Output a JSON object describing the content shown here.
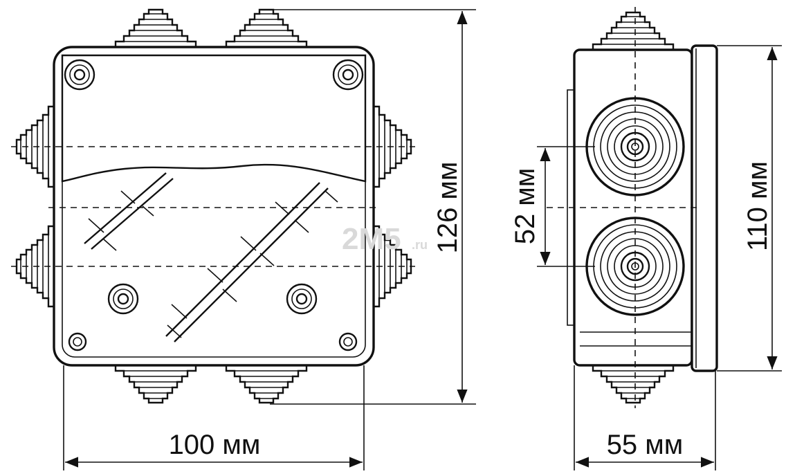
{
  "dimensions": {
    "width_front": "100 мм",
    "height_front": "126 мм",
    "depth_side": "55 мм",
    "height_side": "110 мм",
    "gland_spacing": "52 мм"
  },
  "watermark": {
    "main": "2М5",
    "suffix": ".ru"
  }
}
